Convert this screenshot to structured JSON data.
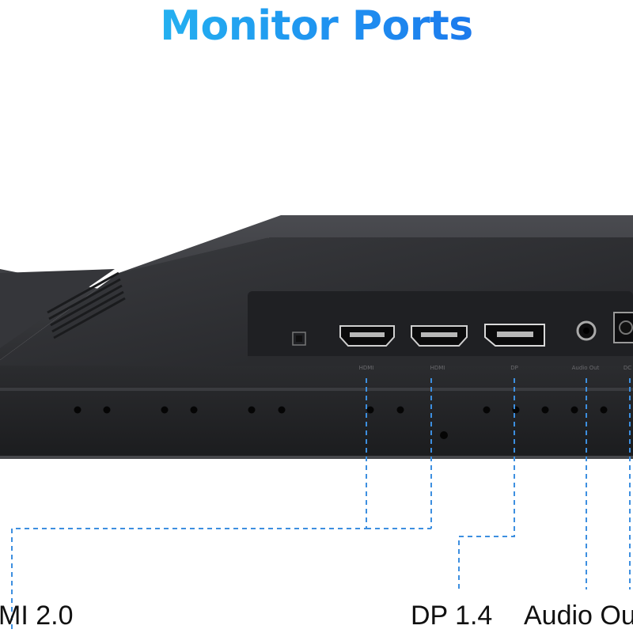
{
  "title": "Monitor Ports",
  "colors": {
    "title_gradient_start": "#29cdf0",
    "title_gradient_end": "#1a5fe8",
    "leader_line": "#3d8fe0",
    "monitor_body": "#2a2b2e",
    "caption_text": "#111111"
  },
  "port_labels": [
    "HDMI",
    "HDMI",
    "DP",
    "Audio Out",
    "DC"
  ],
  "captions": {
    "hdmi": "MI 2.0",
    "dp": "DP 1.4",
    "audio": "Audio Ou"
  }
}
